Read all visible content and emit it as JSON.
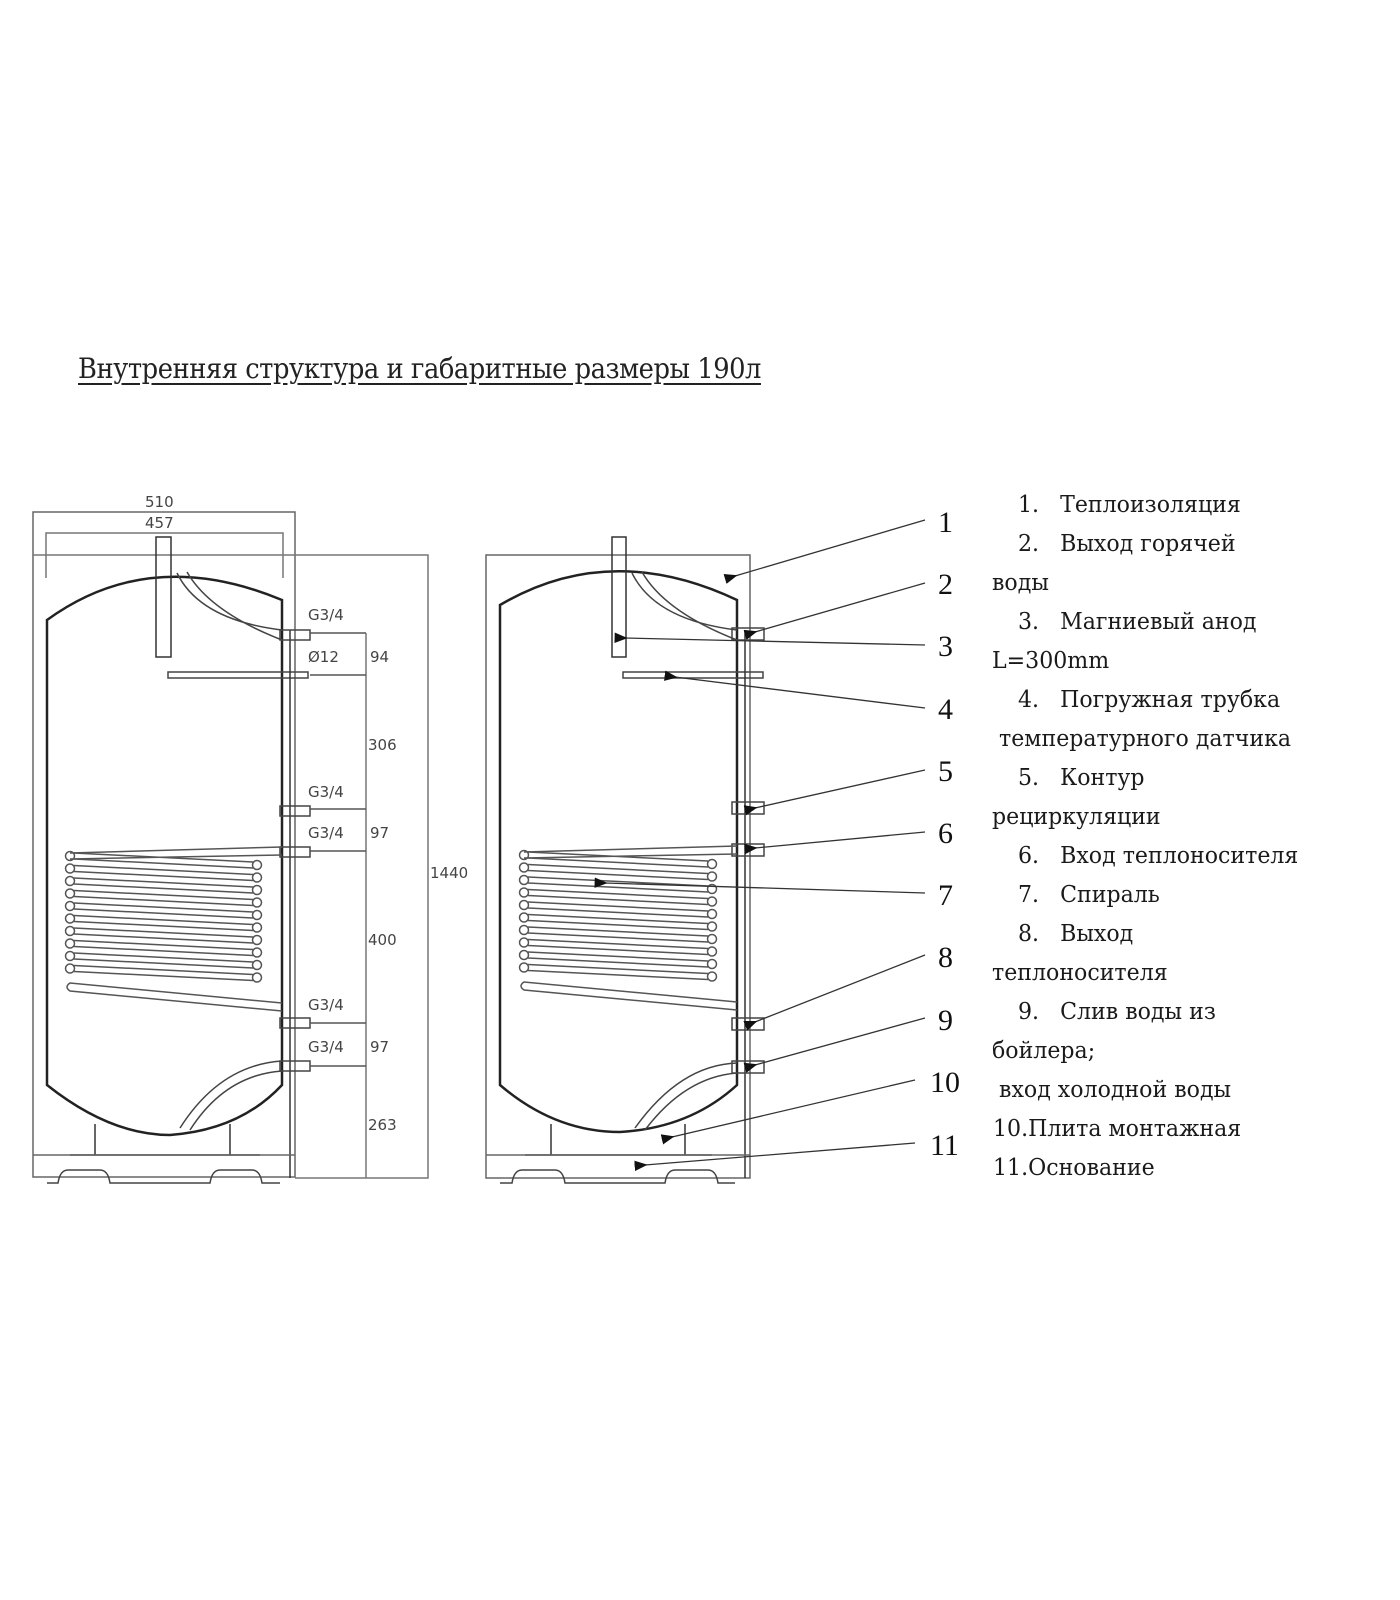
{
  "title": "Внутренняя структура и габаритные размеры 190л",
  "dimensions": {
    "outer_width": "510",
    "inner_width": "457",
    "total_height": "1440",
    "vertical": [
      "94",
      "306",
      "97",
      "400",
      "97",
      "263"
    ],
    "fittings": [
      "G3/4",
      "Ø12",
      "G3/4",
      "G3/4",
      "G3/4",
      "G3/4"
    ]
  },
  "callouts": [
    "1",
    "2",
    "3",
    "4",
    "5",
    "6",
    "7",
    "8",
    "9",
    "10",
    "11"
  ],
  "legend": {
    "lines": [
      "1.   Теплоизоляция",
      "2.   Выход горячей",
      "воды",
      "3.   Магниевый анод",
      "L=300mm",
      "4.   Погружная трубка",
      " температурного датчика",
      "5.   Контур",
      "рециркуляции",
      "6.   Вход теплоносителя",
      "7.   Спираль",
      "8.   Выход",
      "теплоносителя",
      "9.   Слив воды из",
      "бойлера;",
      " вход холодной воды",
      "10.Плита монтажная",
      "11.Основание"
    ]
  }
}
